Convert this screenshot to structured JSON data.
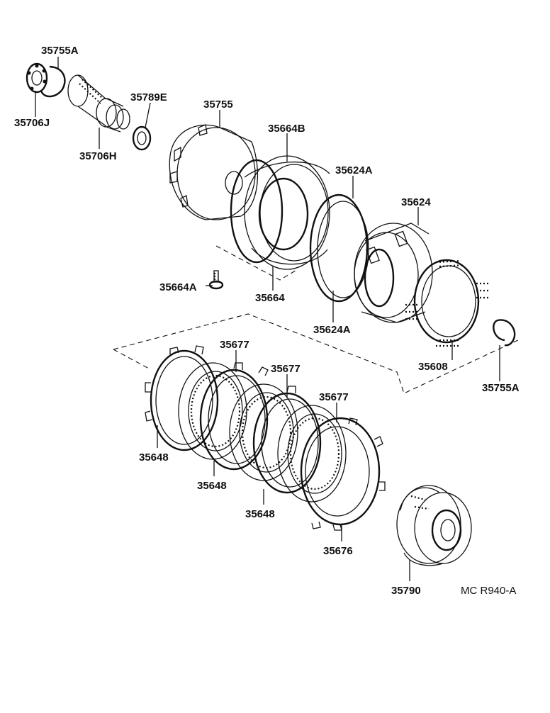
{
  "labels": {
    "p35755A_top": "35755A",
    "p35706J": "35706J",
    "p35706H": "35706H",
    "p35789E": "35789E",
    "p35755": "35755",
    "p35664B": "35664B",
    "p35624A_top": "35624A",
    "p35624": "35624",
    "p35664A": "35664A",
    "p35664": "35664",
    "p35624A_bottom": "35624A",
    "p35608": "35608",
    "p35755A_right": "35755A",
    "p35677_1": "35677",
    "p35677_2": "35677",
    "p35677_3": "35677",
    "p35648_1": "35648",
    "p35648_2": "35648",
    "p35648_3": "35648",
    "p35676": "35676",
    "p35790": "35790",
    "figure_code": "MC R940-A"
  }
}
